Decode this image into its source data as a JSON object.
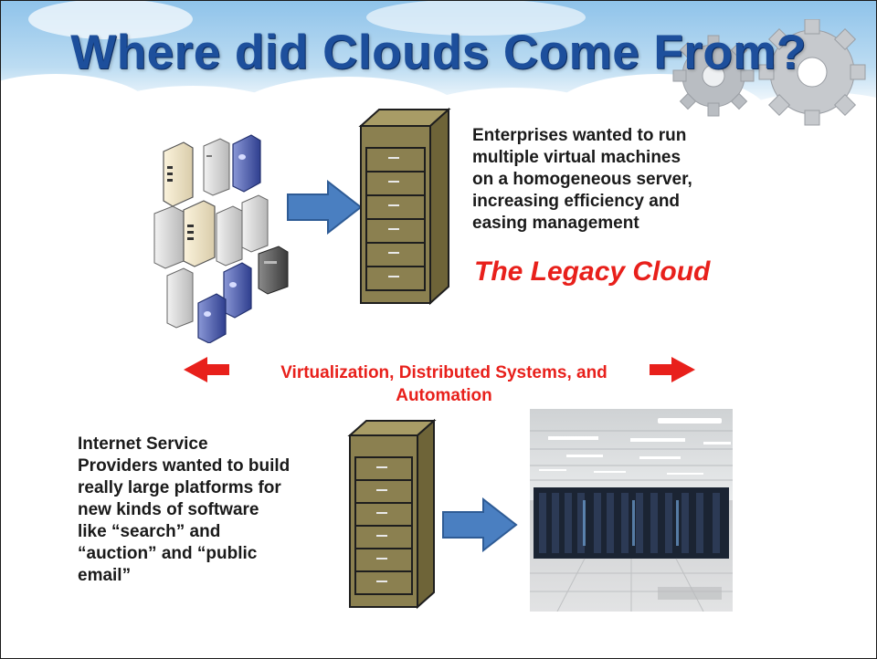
{
  "slide": {
    "title": "Where did Clouds Come From?",
    "top_text": "Enterprises wanted to run multiple virtual machines on a homogeneous server, increasing efficiency and easing management",
    "top_lines": [
      "Enterprises wanted to run",
      "multiple virtual machines",
      "on a homogeneous server,",
      "increasing efficiency and",
      "easing management"
    ],
    "legacy_label": "The Legacy Cloud",
    "transition_lines": [
      "Virtualization, Distributed Systems, and",
      "Automation"
    ],
    "bottom_lines": [
      "Internet Service",
      "Providers wanted to build",
      "really large platforms for",
      "new kinds of software",
      "like “search” and",
      "“auction” and “public",
      "email”"
    ]
  },
  "colors": {
    "title_blue": "#1d4f9c",
    "accent_red": "#e8201b",
    "arrow_blue": "#4a7fc1",
    "rack_olive": "#8b8050",
    "sky_blue": "#bcdcf2"
  },
  "icons": {
    "gears": "gear-icon",
    "servers": "tower-server-icon",
    "rack": "server-rack-icon",
    "arrow": "right-arrow-icon",
    "double_arrow": "double-arrow-icon"
  }
}
